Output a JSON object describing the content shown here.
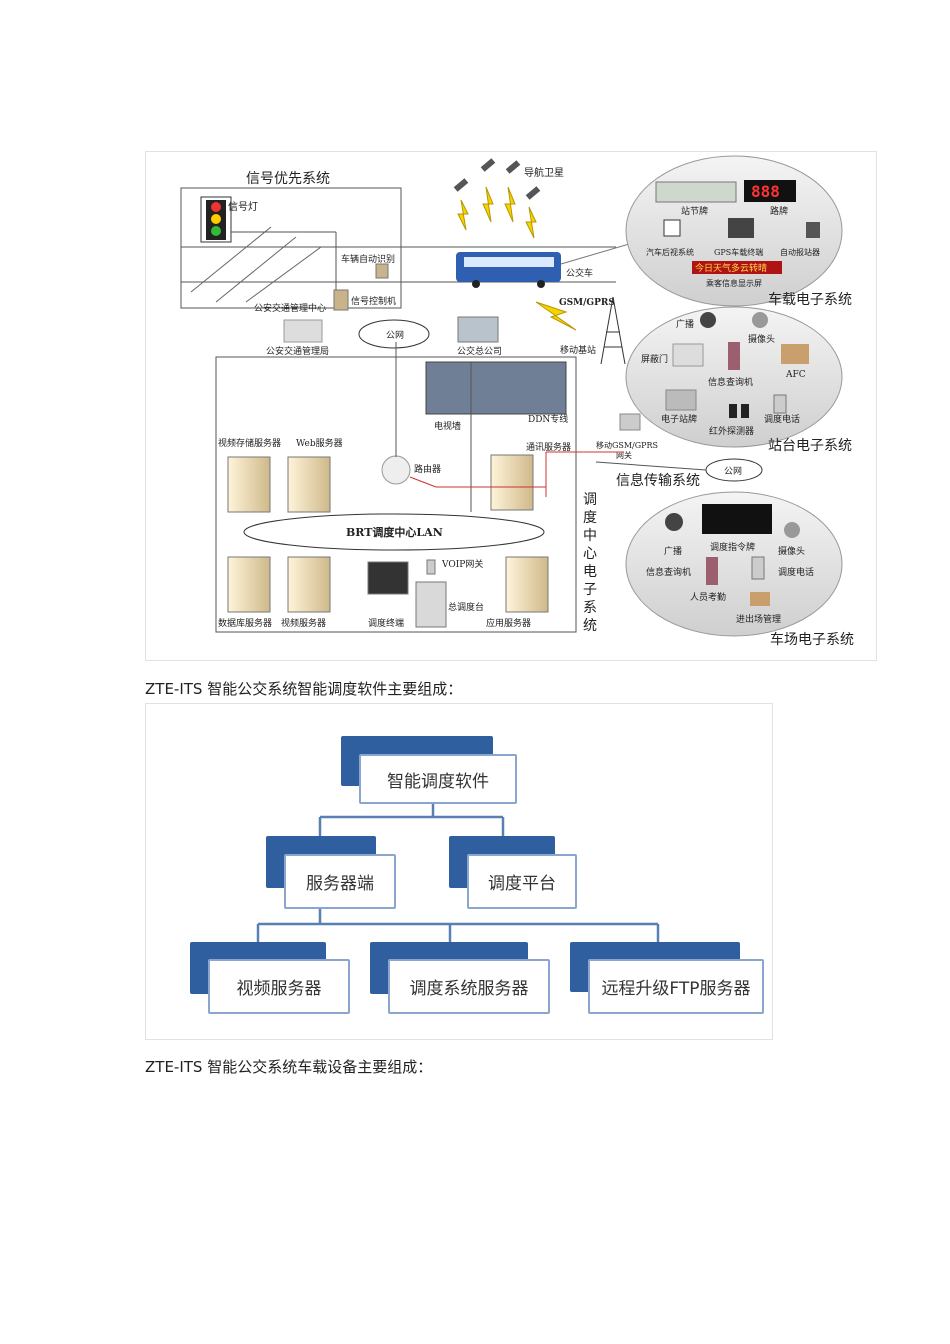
{
  "diagram": {
    "signal_priority": {
      "title": "信号优先系统",
      "signal_light": "信号灯",
      "vehicle_id": "车辆自动识别",
      "signal_controller": "信号控制机",
      "traffic_center": "公安交通管理中心"
    },
    "satellite": "导航卫星",
    "bus": "公交车",
    "gsm": "GSM/GPRS",
    "base_station": "移动基站",
    "public_net": "公网",
    "police_bureau": "公安交通管理局",
    "bus_company": "公交总公司",
    "onboard": {
      "title": "车载电子系统",
      "stop_sign": "站节牌",
      "route_sign": "路牌",
      "route_num": "888",
      "rear_view": "汽车后视系统",
      "gps_terminal": "GPS车载终端",
      "auto_announcer": "自动报站器",
      "led_text": "今日天气多云转晴",
      "passenger_display": "乘客信息显示屏"
    },
    "station": {
      "title": "站台电子系统",
      "broadcast": "广播",
      "camera": "摄像头",
      "screen_door": "屏蔽门",
      "info_kiosk": "信息查询机",
      "afc": "AFC",
      "e_sign": "电子站牌",
      "ir_detector": "红外探测器",
      "dispatch_phone": "调度电话"
    },
    "info_transmission": "信息传输系统",
    "public_net2": "公网",
    "depot": {
      "title": "车场电子系统",
      "broadcast": "广播",
      "dispatch_board": "调度指令牌",
      "camera": "摄像头",
      "info_kiosk": "信息查询机",
      "dispatch_phone": "调度电话",
      "attendance": "人员考勤",
      "in_out": "进出场管理"
    },
    "center": {
      "title_chars": [
        "调",
        "度",
        "中",
        "心",
        "电",
        "子",
        "系",
        "统"
      ],
      "tv_wall": "电视墙",
      "ddn": "DDN专线",
      "comm_server": "通讯服务器",
      "mobile_gw": "移动GSM/GPRS",
      "gateway": "网关",
      "video_storage": "视频存储服务器",
      "web_server": "Web服务器",
      "router": "路由器",
      "lan": "BRT调度中心LAN",
      "voip": "VOIP网关",
      "db_server": "数据库服务器",
      "video_server": "视频服务器",
      "dispatch_terminal": "调度终端",
      "main_console": "总调度台",
      "app_server": "应用服务器"
    }
  },
  "caption1": "ZTE-ITS 智能公交系统智能调度软件主要组成：",
  "org": {
    "root": "智能调度软件",
    "level2": [
      "服务器端",
      "调度平台"
    ],
    "level3": [
      "视频服务器",
      "调度系统服务器",
      "远程升级FTP服务器"
    ]
  },
  "caption2": "ZTE-ITS 智能公交系统车载设备主要组成："
}
